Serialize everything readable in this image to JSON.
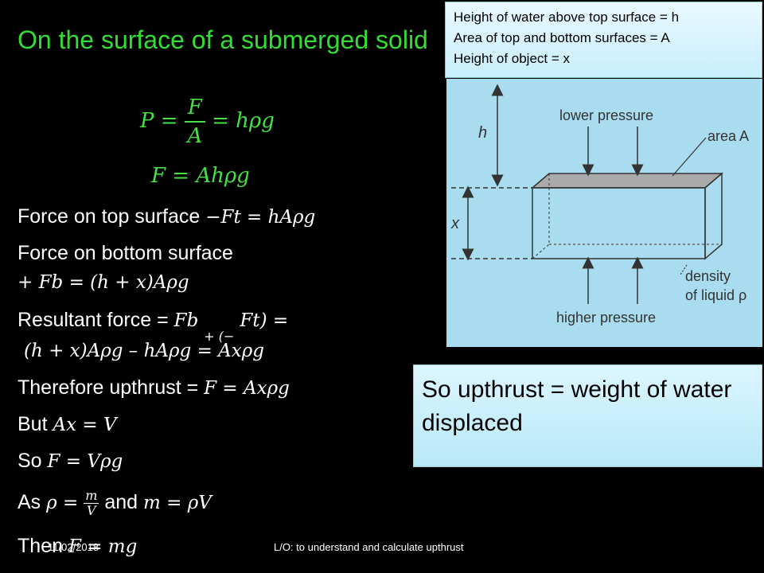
{
  "title": "On the surface of a submerged solid",
  "eq1": {
    "lhs": "P =",
    "num": "F",
    "den": "A",
    "rhs": "= hρg"
  },
  "eq2": "F  =  Ahρg",
  "lines": {
    "top_label": "Force on top surface ",
    "top_math": "−Ft  =  hAρg",
    "bottom_label": "Force on bottom surface",
    "bottom_math": "+ Fb  =  (h + x)Aρg",
    "resultant_label": "Resultant force = ",
    "resultant_math1": "Fb",
    "resultant_plus": "+ (−",
    "resultant_math2": "Ft) =",
    "resultant_line2": "(h + x)Aρg – hAρg  =  Axρg",
    "therefore_label": "Therefore upthrust = ",
    "therefore_math": "F  =  Axρg",
    "but_label": "But ",
    "but_math": "Ax  =  V",
    "so_label": "So ",
    "so_math": "F = Vρg",
    "as_label": "As ",
    "as_math_lhs": "ρ =",
    "as_num": "m",
    "as_den": "V",
    "as_and": " and ",
    "as_math_rhs": "m = ρV",
    "then_label": "Then ",
    "then_math": "F = mg"
  },
  "infobox": {
    "line1": "Height of water above top surface = h",
    "line2": "Area of top and bottom surfaces = A",
    "line3": "Height of object = x"
  },
  "diagram": {
    "lower_pressure": "lower pressure",
    "area": "area A",
    "h": "h",
    "x": "x",
    "density1": "density",
    "density2": "of liquid ρ",
    "higher_pressure": "higher pressure"
  },
  "upthrust_box": "So upthrust = weight of water displaced",
  "footer": {
    "date": "11/02/2018",
    "lo": "L/O: to understand and calculate upthrust"
  }
}
